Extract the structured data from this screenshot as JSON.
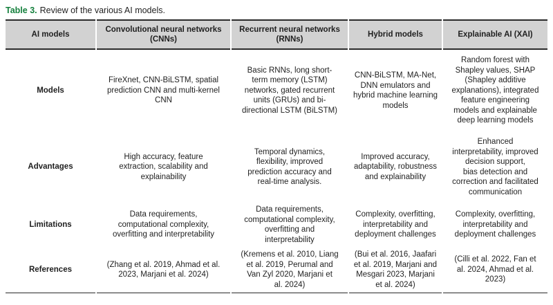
{
  "title": {
    "label": "Table 3.",
    "text": "Review of the various AI models."
  },
  "colors": {
    "caption_green": "#15803d",
    "header_bg": "#d2d2d2",
    "rule": "#2a2a2a",
    "text": "#1f1f1f"
  },
  "table": {
    "columns": [
      "AI models",
      "Convolutional neural networks\n(CNNs)",
      "Recurrent neural networks\n(RNNs)",
      "Hybrid models",
      "Explainable AI (XAI)"
    ],
    "rows": [
      {
        "label": "Models",
        "cells": [
          "FireXnet, CNN-BiLSTM, spatial\nprediction CNN and multi-kernel\nCNN",
          "Basic RNNs, long short-\nterm memory (LSTM)\nnetworks, gated recurrent\nunits (GRUs) and bi-\ndirectional LSTM (BiLSTM)",
          "CNN-BiLSTM, MA-Net,\nDNN emulators and\nhybrid machine learning\nmodels",
          "Random forest with\nShapley values, SHAP\n(Shapley additive\nexplanations), integrated\nfeature engineering\nmodels and explainable\ndeep learning models"
        ]
      },
      {
        "label": "Advantages",
        "cells": [
          "High accuracy, feature\nextraction, scalability and\nexplainability",
          "Temporal dynamics,\nflexibility, improved\nprediction accuracy and\nreal-time analysis.",
          "Improved accuracy,\nadaptability, robustness\nand explainability",
          "Enhanced\ninterpretability, improved\ndecision support,\nbias detection and\ncorrection and facilitated\ncommunication"
        ]
      },
      {
        "label": "Limitations",
        "cells": [
          "Data requirements,\ncomputational complexity,\noverfitting and interpretability",
          "Data requirements,\ncomputational complexity,\noverfitting and\ninterpretability",
          "Complexity, overfitting,\ninterpretability and\ndeployment challenges",
          "Complexity, overfitting,\ninterpretability and\ndeployment challenges"
        ]
      },
      {
        "label": "References",
        "cells": [
          "(Zhang et al. 2019, Ahmad et al.\n2023, Marjani et al. 2024)",
          "(Kremens et al. 2010, Liang\net al. 2019, Perumal and\nVan Zyl 2020, Marjani et\nal. 2024)",
          "(Bui et al. 2016, Jaafari\net al. 2019, Marjani and\nMesgari 2023, Marjani\net al. 2024)",
          "(Cilli et al. 2022, Fan et\nal. 2024, Ahmad et al.\n2023)"
        ]
      }
    ]
  }
}
